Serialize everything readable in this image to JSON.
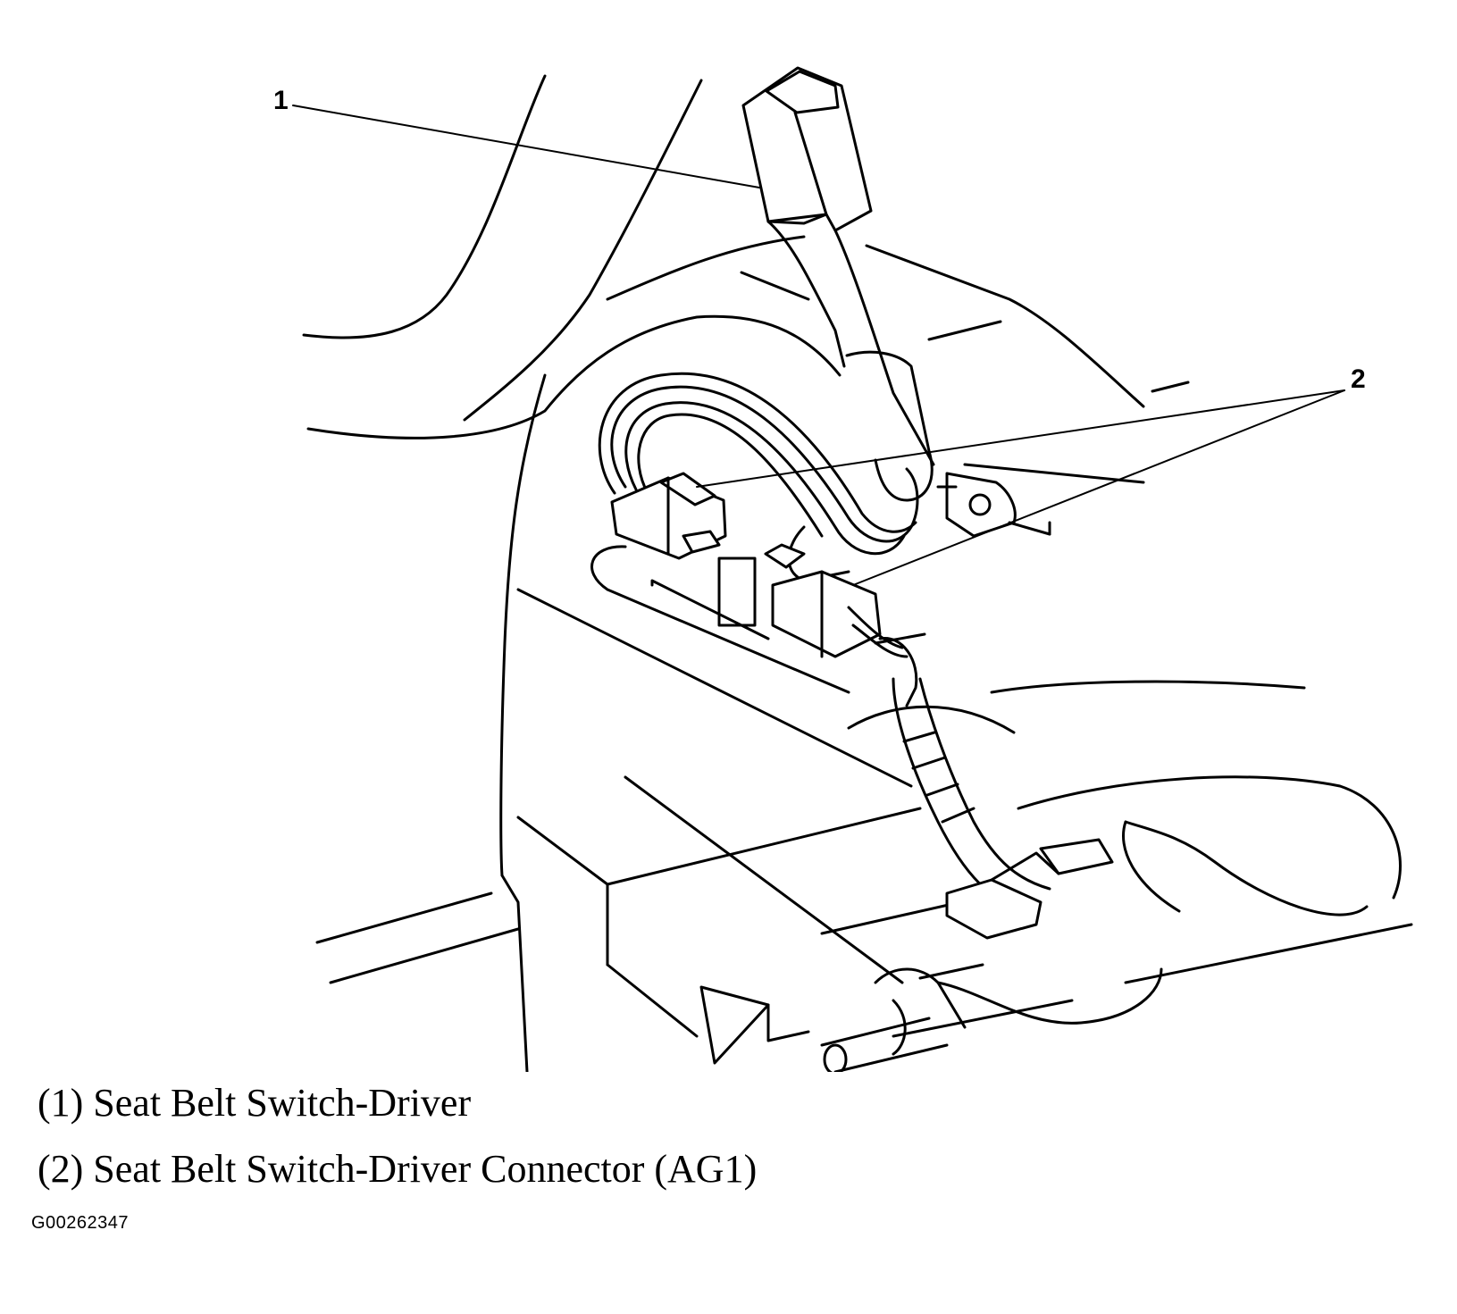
{
  "callouts": {
    "one": "1",
    "two": "2"
  },
  "legend": {
    "item_1": "(1) Seat Belt Switch-Driver",
    "item_2": "(2) Seat Belt Switch-Driver Connector (AG1)"
  },
  "figure_id": "G00262347",
  "colors": {
    "line": "#000000",
    "background": "#ffffff"
  }
}
